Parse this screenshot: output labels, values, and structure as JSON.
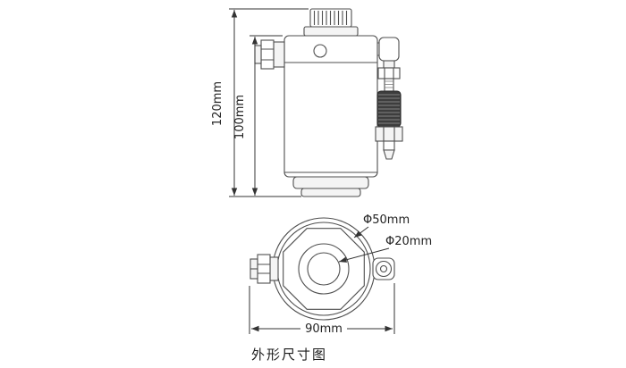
{
  "meta": {
    "caption": "外形尺寸图"
  },
  "dims": {
    "overall_height": "120mm",
    "body_height": "100mm",
    "outer_dia": "Φ50mm",
    "inner_dia": "Φ20mm",
    "width": "90mm"
  }
}
